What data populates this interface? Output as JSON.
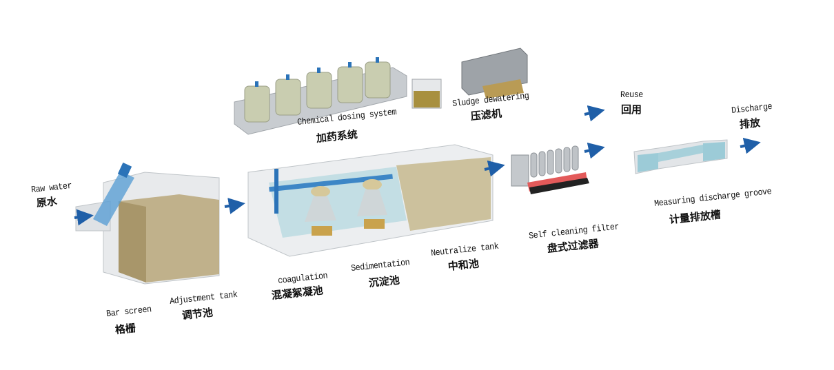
{
  "labels": {
    "raw_water": {
      "en": "Raw water",
      "zh": "原水"
    },
    "bar_screen": {
      "en": "Bar screen",
      "zh": "格栅"
    },
    "adjustment_tank": {
      "en": "Adjustment tank",
      "zh": "调节池"
    },
    "chemical_dosing": {
      "en": "Chemical dosing system",
      "zh": "加药系统"
    },
    "sludge_dewatering": {
      "en": "Sludge dewatering",
      "zh": "压滤机"
    },
    "coagulation": {
      "en": "coagulation",
      "zh": "混凝絮凝池"
    },
    "sedimentation": {
      "en": "Sedimentation",
      "zh": "沉淀池"
    },
    "neutralize_tank": {
      "en": "Neutralize tank",
      "zh": "中和池"
    },
    "self_cleaning_filter": {
      "en": "Self cleaning filter",
      "zh": "盘式过滤器"
    },
    "reuse": {
      "en": "Reuse",
      "zh": "回用"
    },
    "discharge": {
      "en": "Discharge",
      "zh": "排放"
    },
    "measuring_groove": {
      "en": "Measuring discharge groove",
      "zh": "计量排放槽"
    }
  },
  "colors": {
    "arrow": "#1f5fa8",
    "water": "#b8a77a",
    "tank_glass": "#d9dcdf",
    "clean_water": "#8fc7d4"
  }
}
